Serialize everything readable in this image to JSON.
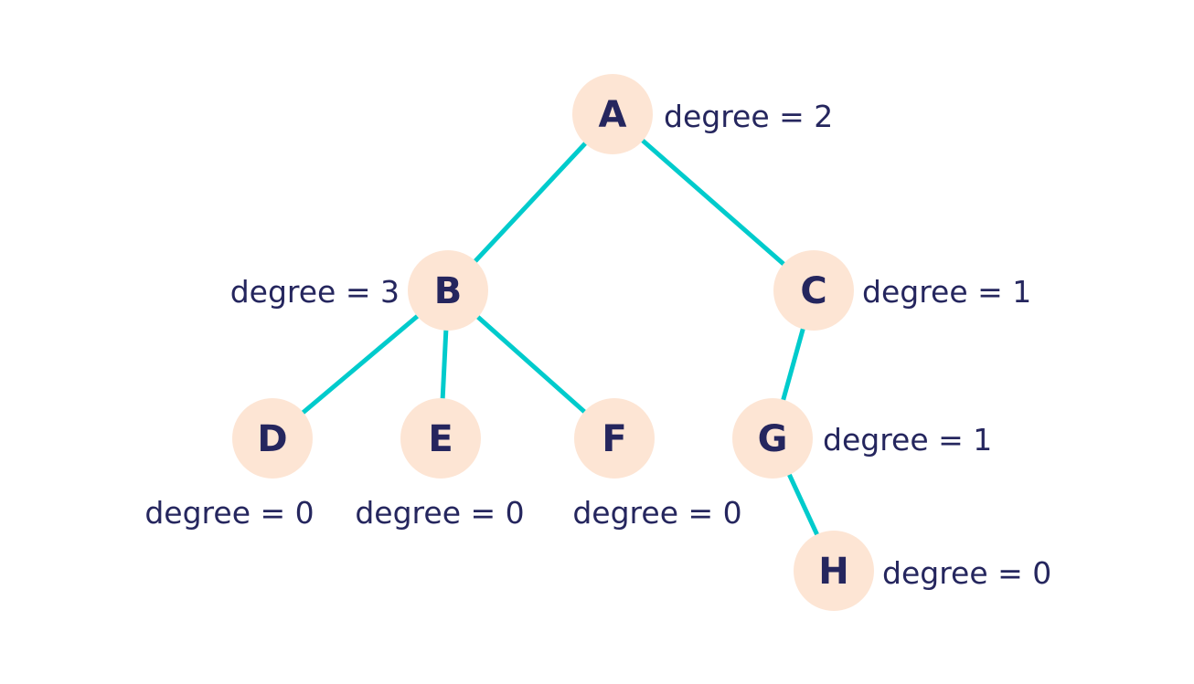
{
  "colors": {
    "edge": "#00CBCC",
    "node_fill": "#FDE5D4",
    "text": "#25265E",
    "background": "#FFFFFF"
  },
  "nodes": [
    {
      "id": "A",
      "label": "A",
      "degree_label": "degree = 2"
    },
    {
      "id": "B",
      "label": "B",
      "degree_label": "degree = 3"
    },
    {
      "id": "C",
      "label": "C",
      "degree_label": "degree = 1"
    },
    {
      "id": "D",
      "label": "D",
      "degree_label": "degree = 0"
    },
    {
      "id": "E",
      "label": "E",
      "degree_label": "degree = 0"
    },
    {
      "id": "F",
      "label": "F",
      "degree_label": "degree = 0"
    },
    {
      "id": "G",
      "label": "G",
      "degree_label": "degree = 1"
    },
    {
      "id": "H",
      "label": "H",
      "degree_label": "degree = 0"
    }
  ],
  "edges": [
    {
      "from": "A",
      "to": "B"
    },
    {
      "from": "A",
      "to": "C"
    },
    {
      "from": "B",
      "to": "D"
    },
    {
      "from": "B",
      "to": "E"
    },
    {
      "from": "B",
      "to": "F"
    },
    {
      "from": "C",
      "to": "G"
    },
    {
      "from": "G",
      "to": "H"
    }
  ]
}
